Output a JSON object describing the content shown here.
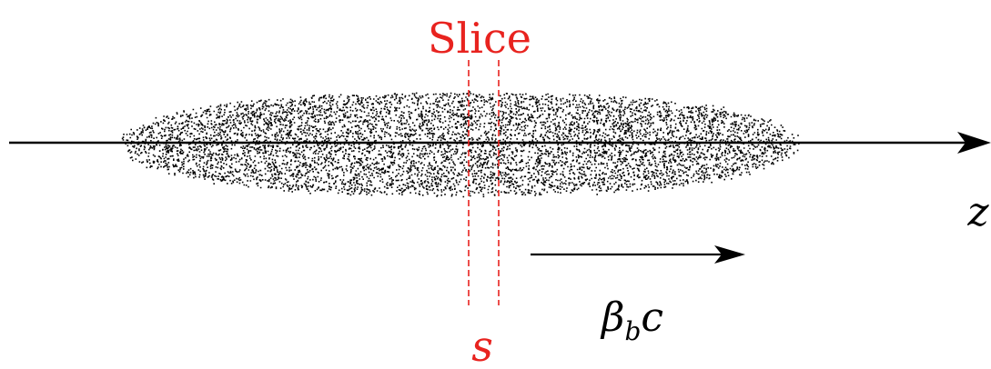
{
  "labels": {
    "slice": "Slice",
    "slice_position": "s",
    "axis": "z",
    "velocity_main": "β",
    "velocity_sub": "b",
    "velocity_tail": "c"
  },
  "colors": {
    "slice": "#e8231f",
    "ink": "#000000",
    "background": "#ffffff"
  }
}
